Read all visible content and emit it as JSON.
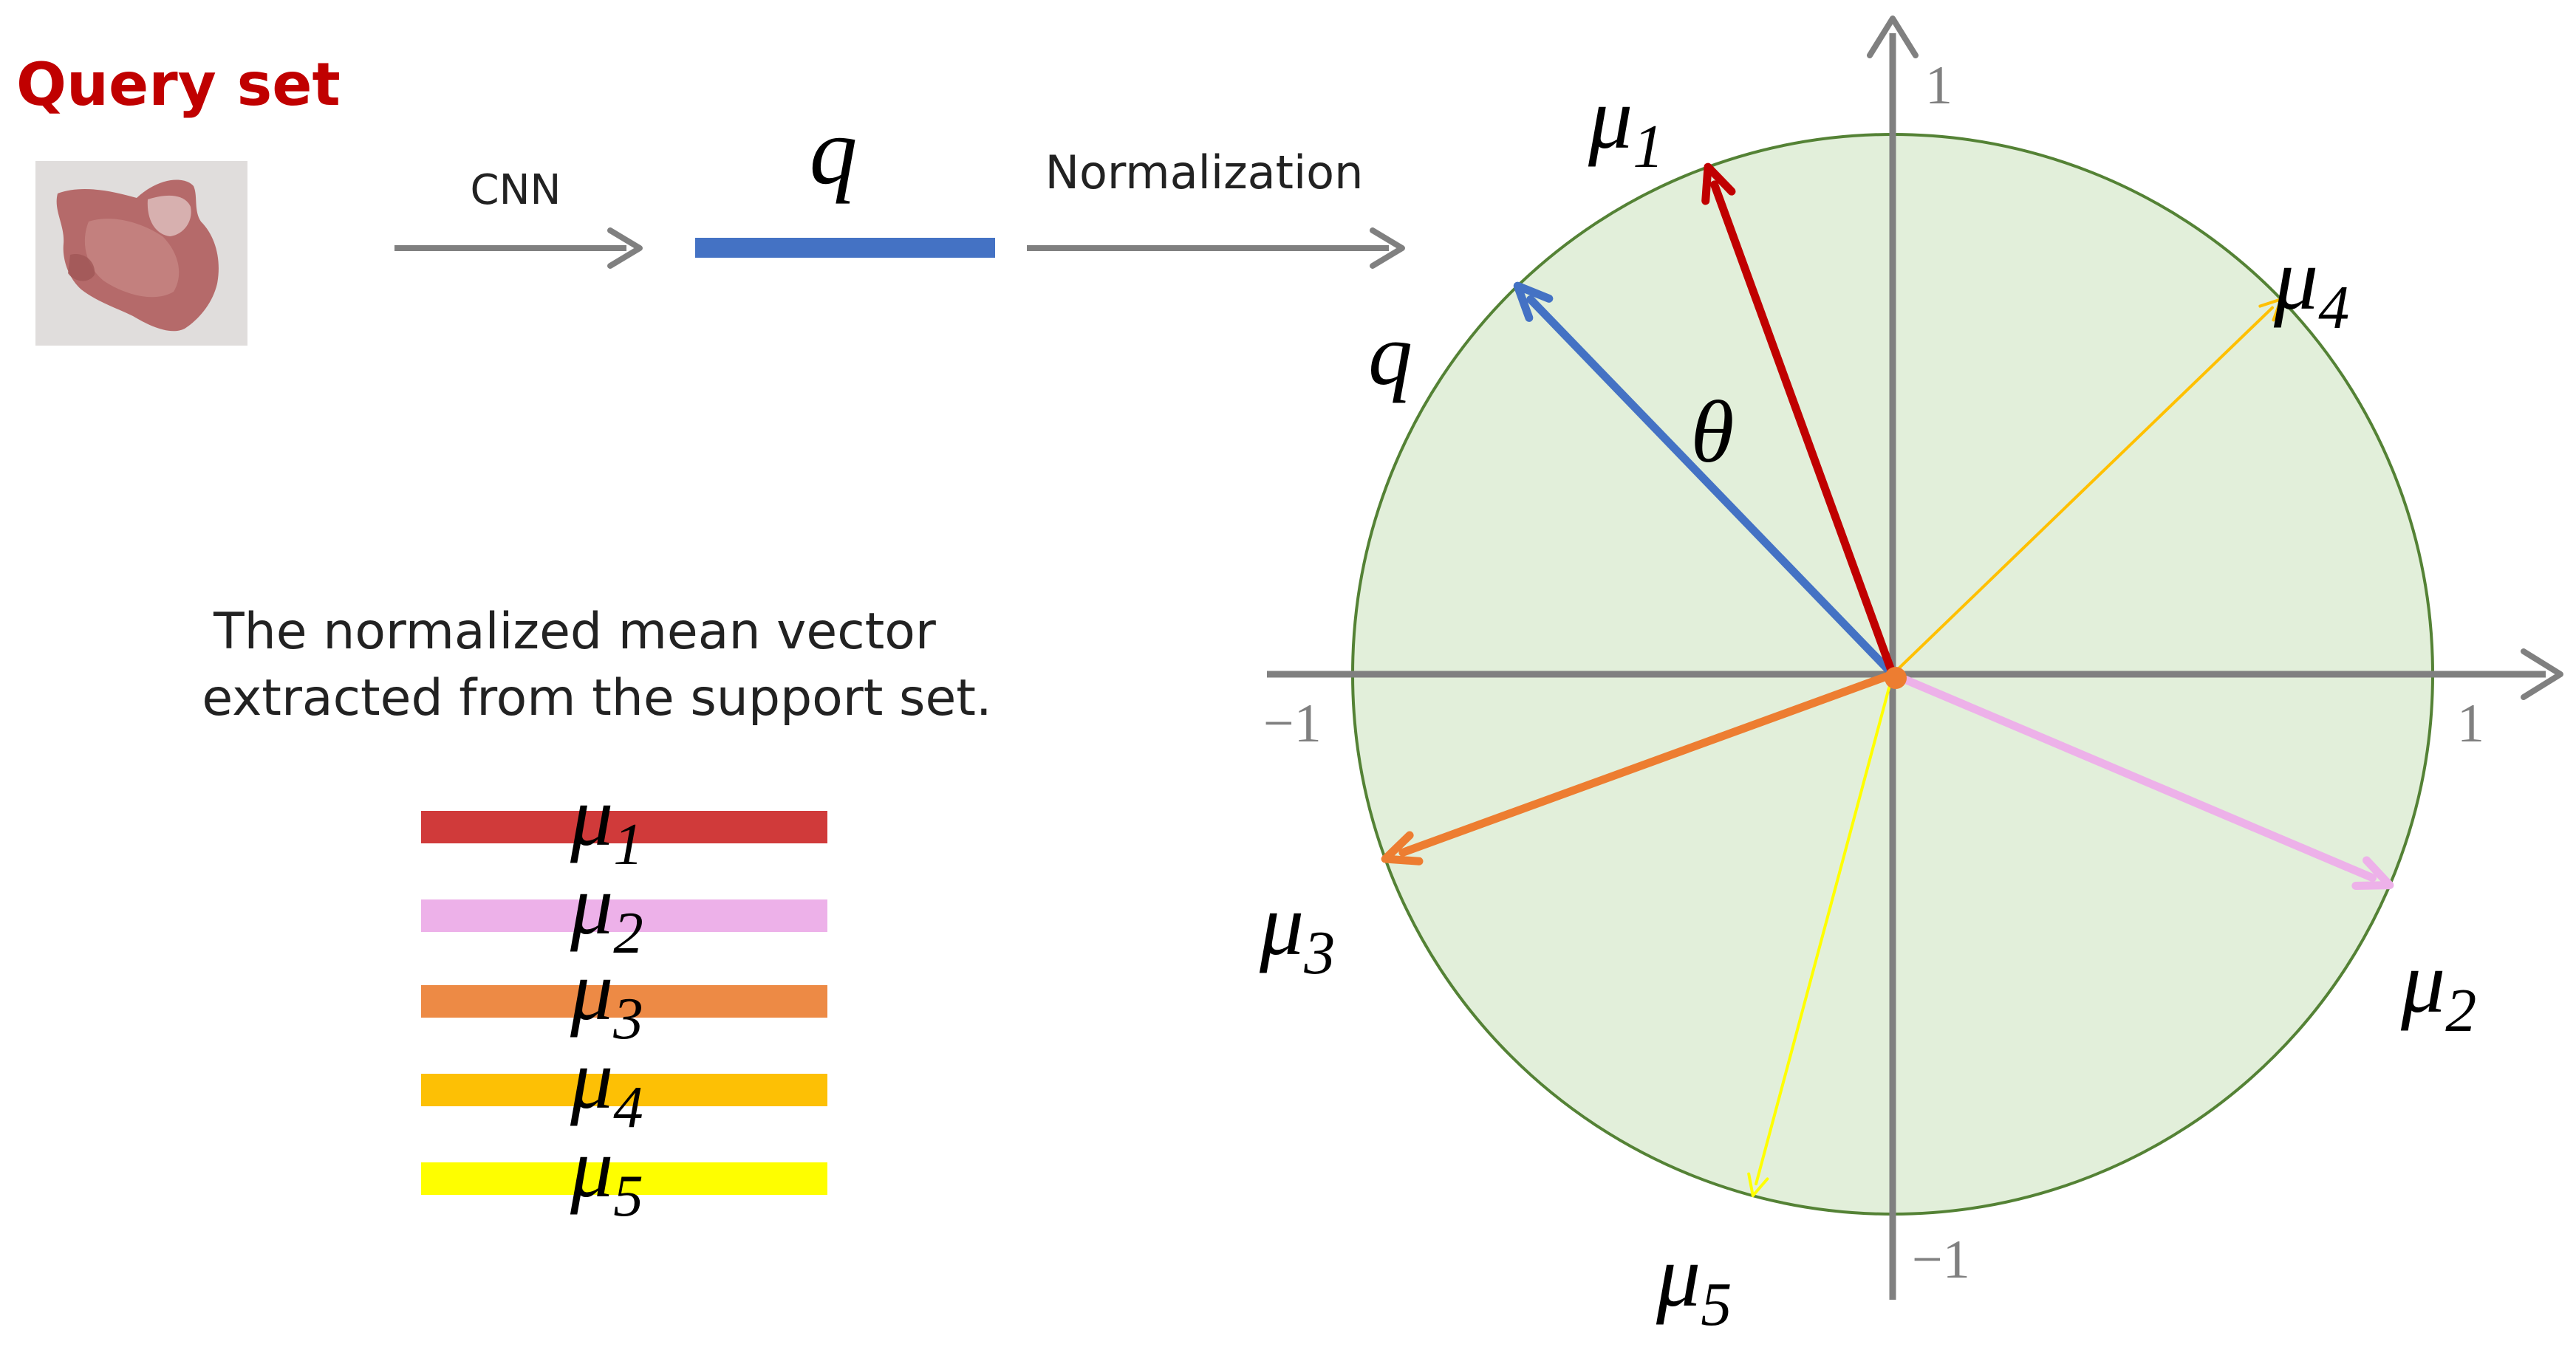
{
  "header": {
    "title": "Query set"
  },
  "pipeline": {
    "cnn_label": "CNN",
    "feature_label": "q",
    "normalization_label": "Normalization"
  },
  "legend": {
    "caption_line1": "The normalized mean vector",
    "caption_line2": "extracted from the support set.",
    "items": [
      {
        "symbol": "μ",
        "subscript": "1",
        "color": "#d03a3a"
      },
      {
        "symbol": "μ",
        "subscript": "2",
        "color": "#edb1e9"
      },
      {
        "symbol": "μ",
        "subscript": "3",
        "color": "#ed8a45"
      },
      {
        "symbol": "μ",
        "subscript": "4",
        "color": "#fdc005"
      },
      {
        "symbol": "μ",
        "subscript": "5",
        "color": "#fefe00"
      }
    ]
  },
  "circle": {
    "fill_color": "#e2efda",
    "stroke_color": "#548235",
    "axis_color": "#808080",
    "ticks": {
      "x_neg": "−1",
      "x_pos": "1",
      "y_pos": "1",
      "y_neg": "−1"
    },
    "angle_label": "θ",
    "vectors": [
      {
        "name": "q",
        "label": "q",
        "subscript": "",
        "angle_deg": 134,
        "color": "#4472c4",
        "weight": "thick"
      },
      {
        "name": "mu1",
        "label": "μ",
        "subscript": "1",
        "angle_deg": 110,
        "color": "#c00000",
        "weight": "thick"
      },
      {
        "name": "mu2",
        "label": "μ",
        "subscript": "2",
        "angle_deg": -23,
        "color": "#edb1e9",
        "weight": "thick"
      },
      {
        "name": "mu3",
        "label": "μ",
        "subscript": "3",
        "angle_deg": -160,
        "color": "#ed7d31",
        "weight": "thick"
      },
      {
        "name": "mu4",
        "label": "μ",
        "subscript": "4",
        "angle_deg": 44,
        "color": "#ffc000",
        "weight": "thin"
      },
      {
        "name": "mu5",
        "label": "μ",
        "subscript": "5",
        "angle_deg": -105,
        "color": "#ffff00",
        "weight": "thin"
      }
    ]
  }
}
